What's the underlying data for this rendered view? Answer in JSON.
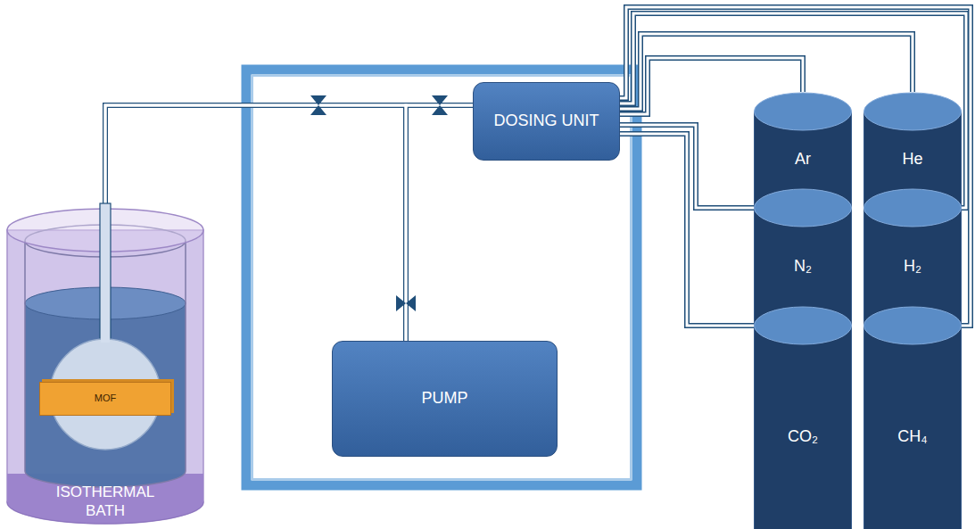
{
  "diagram": {
    "nodes": [
      {
        "text": [
          "ISOTHERMAL BATH"
        ]
      },
      {
        "text": [
          "MOF"
        ],
        "in": 0
      },
      {
        "text": [
          "DOSING UNIT"
        ]
      },
      {
        "text": [
          "PUMP"
        ]
      },
      {
        "text": [
          "Ar"
        ]
      },
      {
        "text": [
          "He"
        ]
      },
      {
        "text": [
          "N₂"
        ]
      },
      {
        "text": [
          "H₂"
        ]
      },
      {
        "text": [
          "CO₂"
        ]
      },
      {
        "text": [
          "CH₄"
        ]
      }
    ],
    "edges": [
      {
        "from": 2,
        "to": 0,
        "arrow": "none"
      },
      {
        "from": 3,
        "to": 0,
        "arrow": "none"
      },
      {
        "from": 3,
        "to": 2,
        "arrow": "none"
      },
      {
        "from": 2,
        "to": 4,
        "arrow": "none"
      },
      {
        "from": 2,
        "to": 5,
        "arrow": "none"
      },
      {
        "from": 2,
        "to": 6,
        "arrow": "none"
      },
      {
        "from": 2,
        "to": 7,
        "arrow": "none"
      },
      {
        "from": 2,
        "to": 8,
        "arrow": "none"
      },
      {
        "from": 2,
        "to": 9,
        "arrow": "none"
      }
    ]
  }
}
